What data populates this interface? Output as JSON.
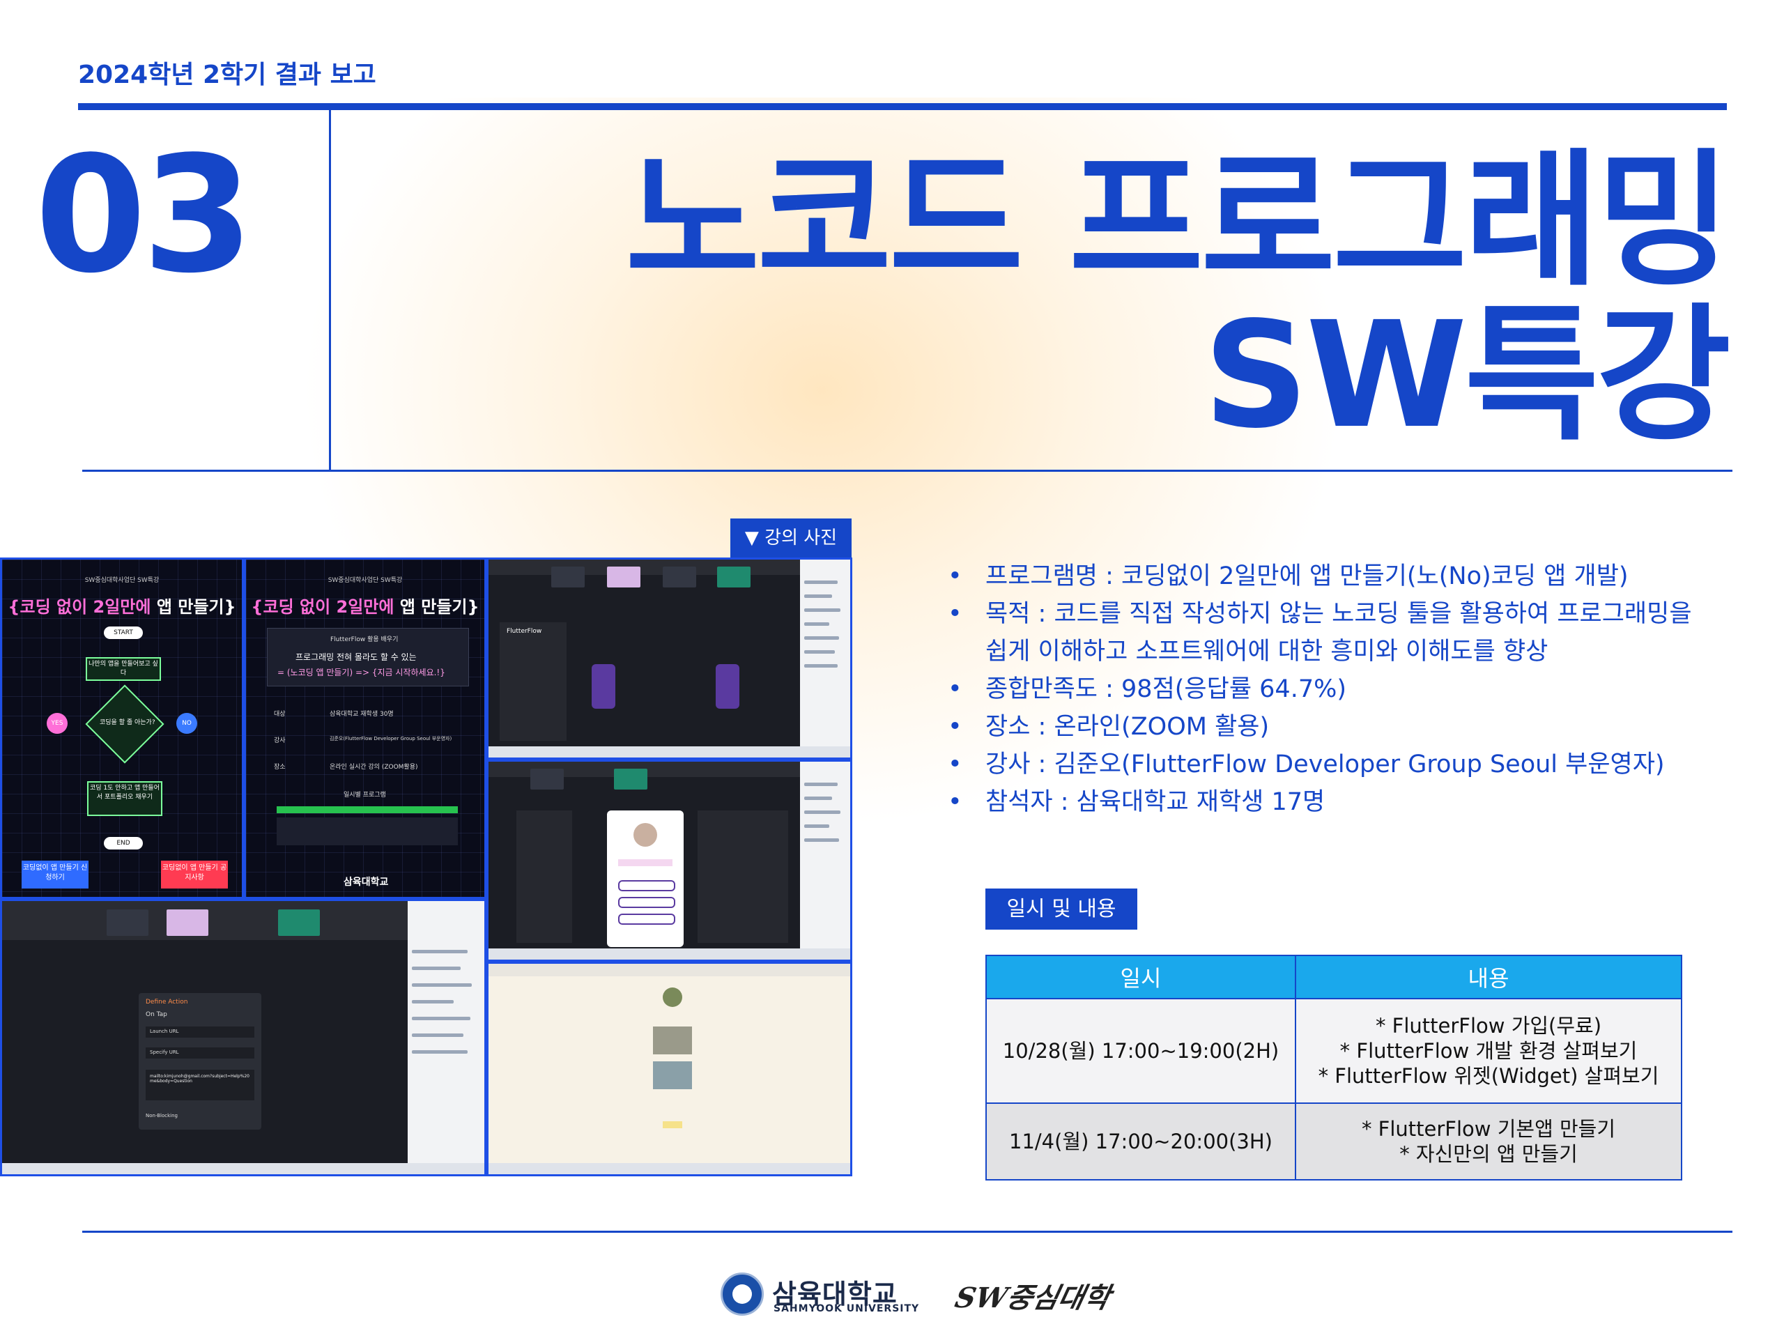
{
  "header": {
    "report_label": "2024학년 2학기 결과 보고",
    "section_number": "03",
    "title_line1": "노코드 프로그래밍",
    "title_line2": "SW특강"
  },
  "photos": {
    "tag": "▼ 강의 사진",
    "poster": {
      "sub": "SW중심대학사업단 SW특강",
      "title_pink": "{코딩 없이 2일만에",
      "title_white": " 앱 만들기}",
      "nodes": [
        "START",
        "나만의 앱을 만들어보고 싶다",
        "코딩을 할 줄 아는가?",
        "YES",
        "NO",
        "코딩 1도 안하고 앱 만들어서 포트폴리오 채우기",
        "END"
      ],
      "btn_apply": "코딩없이 앱 만들기 신청하기",
      "btn_notice": "코딩없이 앱 만들기 공지사항",
      "info_head": "FlutterFlow 활용 배우기",
      "info_line1": "프로그래밍 전혀 몰라도 할 수 있는",
      "info_line2": "= (노코딩 앱 만들기) => {지금 시작하세요.!}",
      "rows": [
        {
          "k": "대상",
          "v": "삼육대학교 재학생 30명"
        },
        {
          "k": "강사",
          "v": "김준오(FlutterFlow Developer Group Seoul 부운영자)"
        },
        {
          "k": "장소",
          "v": "온라인 실시간 강의 (ZOOM활용)"
        }
      ],
      "schedule_label": "일시별 프로그램",
      "univ": "삼육대학교"
    },
    "screens": {
      "flutterflow": "FlutterFlow",
      "define_action": "Define Action",
      "on_tap": "On Tap",
      "launch_url": "Launch URL",
      "specify_url": "Specify URL",
      "mailto": "mailto:kimjunoh@gmail.com?subject=Help%20me&body=Question",
      "non_blocking": "Non-Blocking"
    }
  },
  "program": {
    "bullets": [
      "프로그램명 : 코딩없이 2일만에 앱 만들기(노(No)코딩 앱 개발)",
      "목적 : 코드를 직접 작성하지 않는 노코딩 툴을 활용하여 프로그래밍을",
      "쉽게 이해하고  소프트웨어에 대한 흥미와 이해도를 향상",
      "종합만족도 : 98점(응답률 64.7%)",
      "장소 : 온라인(ZOOM 활용)",
      "강사 : 김준오(FlutterFlow Developer Group Seoul 부운영자)",
      "참석자 : 삼육대학교 재학생 17명"
    ],
    "bullet_glyph": "•"
  },
  "schedule": {
    "tag": "일시 및 내용",
    "headers": [
      "일시",
      "내용"
    ],
    "rows": [
      {
        "date": "10/28(월) 17:00~19:00(2H)",
        "content": [
          "* FlutterFlow 가입(무료)",
          "* FlutterFlow 개발 환경 살펴보기",
          "* FlutterFlow 위젯(Widget) 살펴보기"
        ]
      },
      {
        "date": "11/4(월) 17:00~20:00(3H)",
        "content": [
          "* FlutterFlow 기본앱 만들기",
          "* 자신만의 앱 만들기"
        ]
      }
    ]
  },
  "footer": {
    "univ_kor": "삼육대학교",
    "univ_eng": "SAHMYOOK UNIVERSITY",
    "sw_logo": "SW중심대학"
  },
  "colors": {
    "brand_blue": "#1546c8",
    "table_header": "#1aa8ec",
    "poster_pink": "#ff6fd8",
    "flow_green": "#7cff9c"
  }
}
